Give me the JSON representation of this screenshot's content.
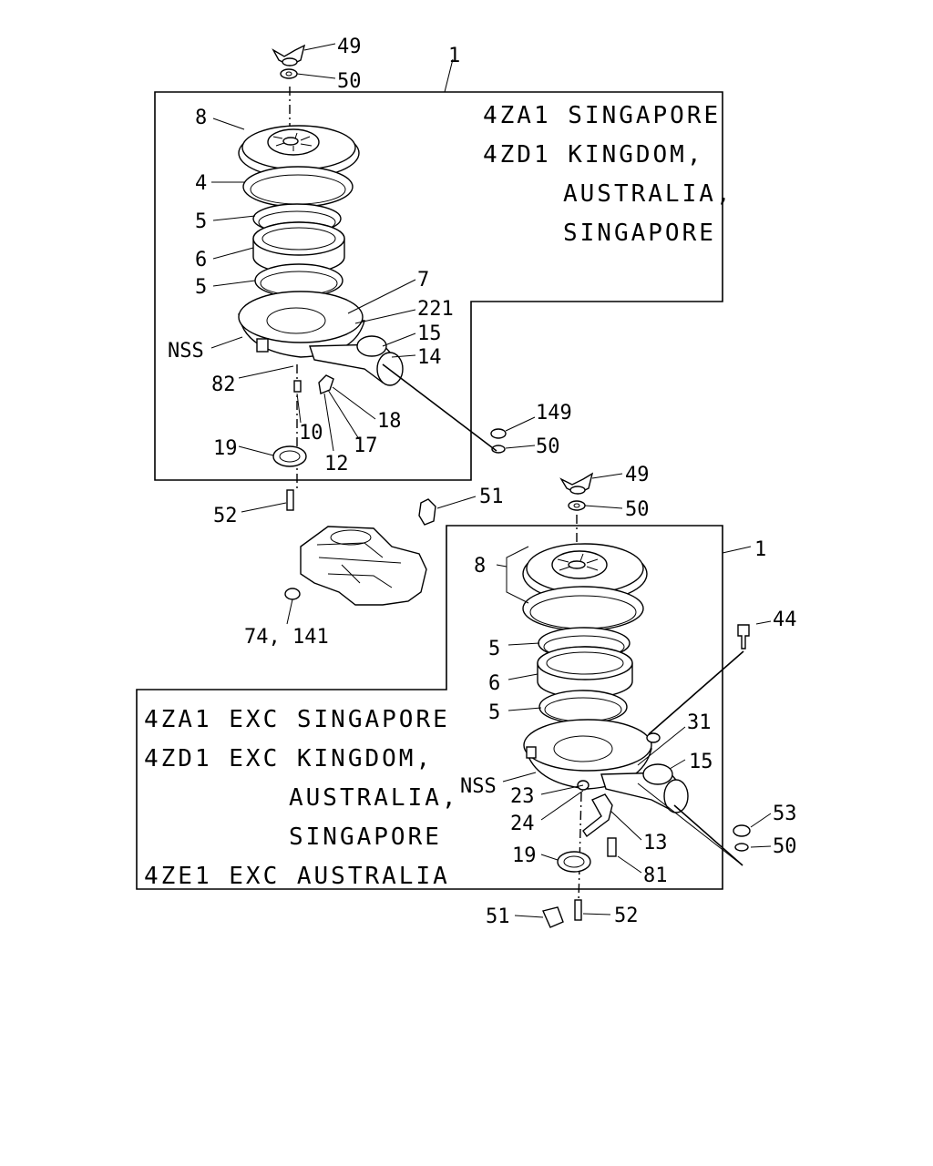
{
  "upper_assembly": {
    "applicability": [
      "4ZA1 SINGAPORE",
      "4ZD1 KINGDOM,",
      "AUSTRALIA,",
      "SINGAPORE"
    ],
    "callouts": {
      "c49": "49",
      "c50_top": "50",
      "c1": "1",
      "c8": "8",
      "c4": "4",
      "c5a": "5",
      "c6": "6",
      "c5b": "5",
      "c7": "7",
      "c221": "221",
      "c15": "15",
      "c14": "14",
      "cNSS": "NSS",
      "c82": "82",
      "c18": "18",
      "c10": "10",
      "c17": "17",
      "c19": "19",
      "c12": "12",
      "c149": "149",
      "c50_mid": "50",
      "c52": "52"
    }
  },
  "engine_callouts": {
    "c51_top": "51",
    "c74_141": "74, 141"
  },
  "lower_assembly": {
    "applicability": [
      "4ZA1 EXC SINGAPORE",
      "4ZD1 EXC KINGDOM,",
      "AUSTRALIA,",
      "SINGAPORE",
      "4ZE1 EXC AUSTRALIA"
    ],
    "callouts": {
      "c49": "49",
      "c50_top": "50",
      "c1": "1",
      "c8": "8",
      "c44": "44",
      "c5a": "5",
      "c6": "6",
      "c5b": "5",
      "c31": "31",
      "c15": "15",
      "cNSS": "NSS",
      "c23": "23",
      "c24": "24",
      "c13": "13",
      "c53": "53",
      "c50_right": "50",
      "c19": "19",
      "c81": "81",
      "c51": "51",
      "c52": "52"
    }
  }
}
